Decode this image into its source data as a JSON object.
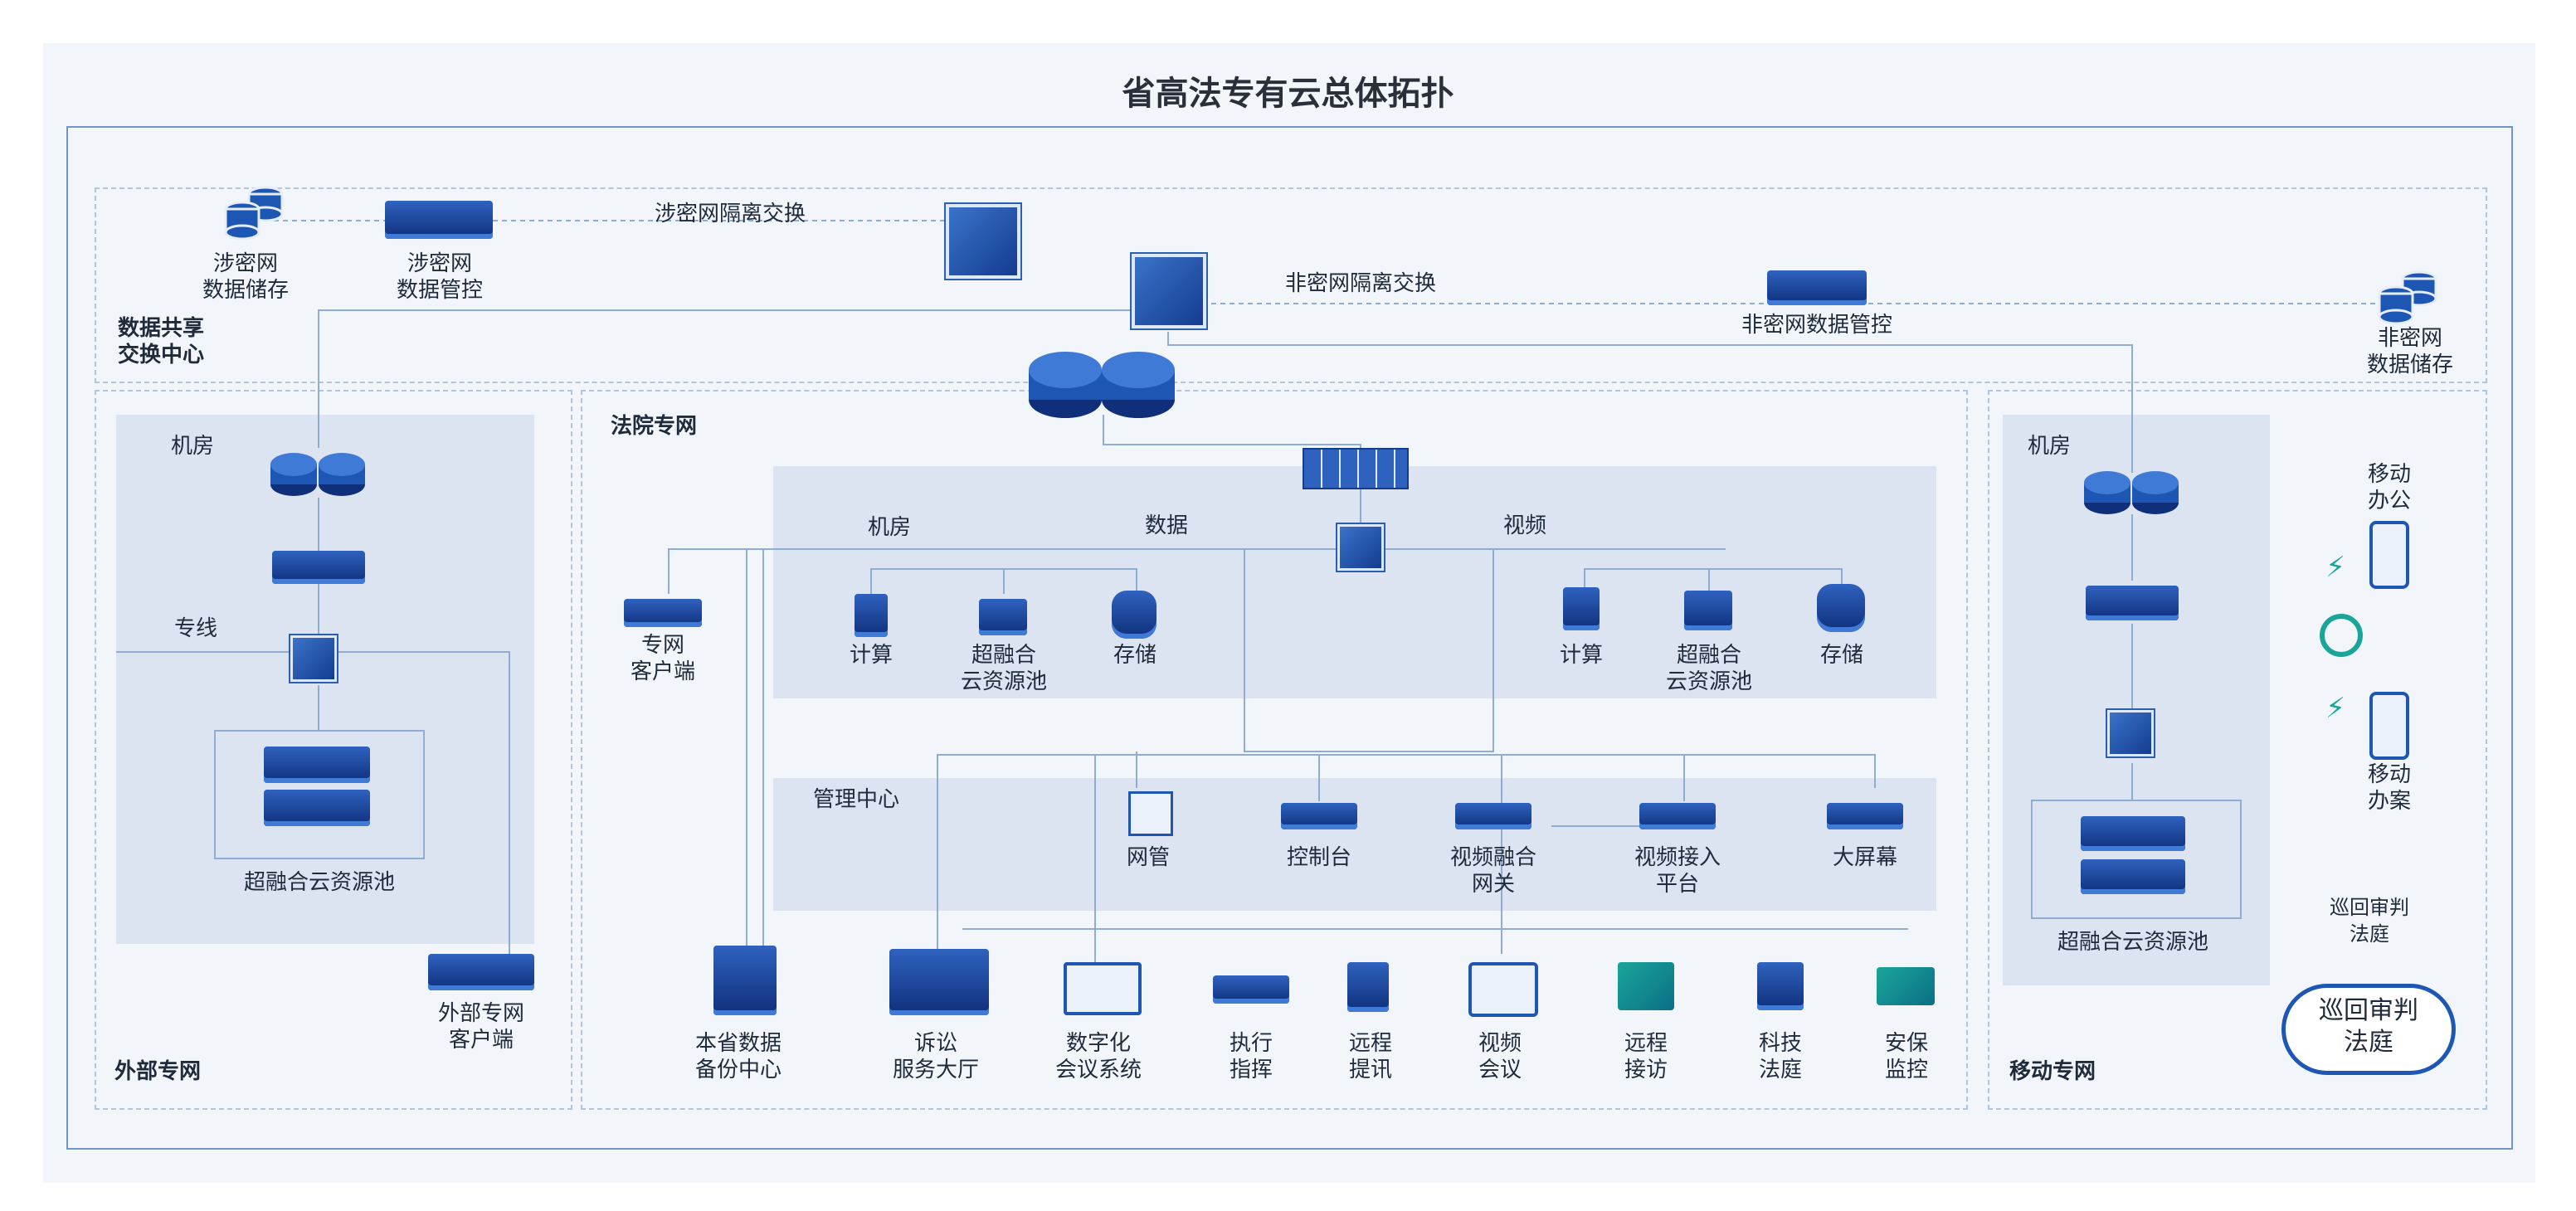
{
  "title": "省高法专有云总体拓扑",
  "exchange_center": {
    "label": "数据共享\n交换中心",
    "secret_storage": "涉密网\n数据储存",
    "secret_control": "涉密网\n数据管控",
    "secret_isolation": "涉密网隔离交换",
    "nonsecret_isolation": "非密网隔离交换",
    "nonsecret_control": "非密网数据管控",
    "nonsecret_storage": "非密网\n数据储存"
  },
  "external": {
    "section_label": "外部专网",
    "room_label": "机房",
    "line_label": "专线",
    "pool_label": "超融合云资源池",
    "client_label": "外部专网\n客户端"
  },
  "court": {
    "section_label": "法院专网",
    "room_label": "机房",
    "data_label": "数据",
    "video_label": "视频",
    "client_label": "专网\n客户端",
    "data_items": [
      "计算",
      "超融合\n云资源池",
      "存储"
    ],
    "video_items": [
      "计算",
      "超融合\n云资源池",
      "存储"
    ],
    "mgmt_label": "管理中心",
    "mgmt_items": [
      "网管",
      "控制台",
      "视频融合\n网关",
      "视频接入\n平台",
      "大屏幕"
    ],
    "bottom_items": [
      "本省数据\n备份中心",
      "诉讼\n服务大厅",
      "数字化\n会议系统",
      "执行\n指挥",
      "远程\n提讯",
      "视频\n会议",
      "远程\n接访",
      "科技\n法庭",
      "安保\n监控"
    ]
  },
  "mobile": {
    "section_label": "移动专网",
    "room_label": "机房",
    "pool_label": "超融合云资源池",
    "office_label": "移动\n办公",
    "case_label": "移动\n办案",
    "circuit_label": "巡回审判\n法庭",
    "cloud_label": "巡回审判\n法庭"
  },
  "icons": [
    "database-icon",
    "switch-icon",
    "router-icon",
    "server-icon",
    "hci-icon",
    "phone-icon",
    "cloud-icon",
    "building-icon",
    "laptop-icon",
    "monitor-icon",
    "camera-icon",
    "court-icon"
  ],
  "colors": {
    "accent": "#1e56b3",
    "panel": "#dbe4f0",
    "border": "#6f96c7"
  }
}
